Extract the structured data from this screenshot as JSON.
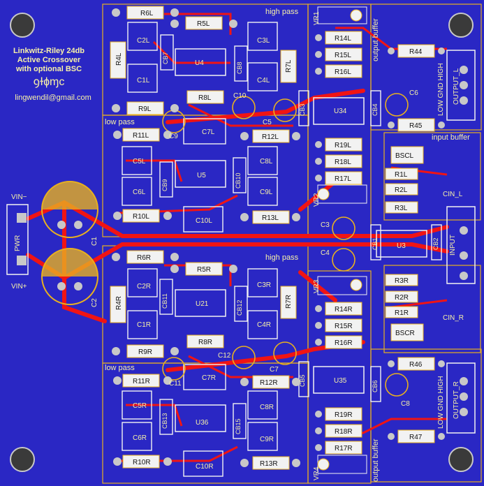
{
  "title_block": {
    "line1": "Linkwitz-Riley 24db",
    "line2": "Active Crossover",
    "line3": "with optional BSC",
    "signature": "ꝯɫɸɱc",
    "email": "lingwendil@gmail.com"
  },
  "sections": {
    "high_pass_l": "high pass",
    "low_pass_l": "low pass",
    "high_pass_r": "high pass",
    "low_pass_r": "low pass",
    "output_buffer_top": "output buffer",
    "output_buffer_bottom": "output buffer",
    "input_buffer": "input buffer"
  },
  "connectors": {
    "vin_minus": "VIN−",
    "vin_plus": "VIN+",
    "pwr": "PWR",
    "input": "INPUT",
    "output_l": "OUTPUT_L",
    "output_r": "OUTPUT_R",
    "low_gnd_high_top": "LOW GND HIGH",
    "low_gnd_high_bottom": "LOW GND HIGH",
    "cin_l": "CIN_L",
    "cin_r": "CIN_R"
  },
  "resistors": {
    "R6L": "R6L",
    "R5L": "R5L",
    "R4L": "R4L",
    "R9L": "R9L",
    "R8L": "R8L",
    "R7L": "R7L",
    "R11L": "R11L",
    "R10L": "R10L",
    "R12L": "R12L",
    "R13L": "R13L",
    "R14L": "R14L",
    "R15L": "R15L",
    "R16L": "R16L",
    "R19L": "R19L",
    "R18L": "R18L",
    "R17L": "R17L",
    "R44": "R44",
    "R45": "R45",
    "R46": "R46",
    "R47": "R47",
    "R1L": "R1L",
    "R2L": "R2L",
    "R3L": "R3L",
    "R3R": "R3R",
    "R2R": "R2R",
    "R1R": "R1R",
    "R6R": "R6R",
    "R5R": "R5R",
    "R4R": "R4R",
    "R9R": "R9R",
    "R8R": "R8R",
    "R7R": "R7R",
    "R11R": "R11R",
    "R10R": "R10R",
    "R12R": "R12R",
    "R13R": "R13R",
    "R14R": "R14R",
    "R15R": "R15R",
    "R16R": "R16R",
    "R19R": "R19R",
    "R18R": "R18R",
    "R17R": "R17R"
  },
  "capacitors": {
    "C2L": "C2L",
    "C1L": "C1L",
    "C3L": "C3L",
    "C4L": "C4L",
    "C7L": "C7L",
    "C5L": "C5L",
    "C6L": "C6L",
    "C8L": "C8L",
    "C9L": "C9L",
    "C10L": "C10L",
    "C2R": "C2R",
    "C1R": "C1R",
    "C3R": "C3R",
    "C4R": "C4R",
    "C7R": "C7R",
    "C5R": "C5R",
    "C6R": "C6R",
    "C8R": "C8R",
    "C9R": "C9R",
    "C10R": "C10R",
    "C1": "C1",
    "C2": "C2",
    "C3": "C3",
    "C4": "C4",
    "C5": "C5",
    "C6": "C6",
    "C7": "C7",
    "C8": "C8",
    "C9": "C9",
    "C10": "C10",
    "C11": "C11",
    "C12": "C12",
    "CB1": "CB1",
    "CB2": "CB2",
    "CB3": "CB3",
    "CB4": "CB4",
    "CB5": "CB5",
    "CB6": "CB6",
    "CB7": "CB7",
    "CB8": "CB8",
    "CB9": "CB9",
    "CB10": "CB10",
    "CB11": "CB11",
    "CB12": "CB12",
    "CB13": "CB13",
    "CB15": "CB15"
  },
  "ics": {
    "U4": "U4",
    "U5": "U5",
    "U34": "U34",
    "U3": "U3",
    "U21": "U21",
    "U36": "U36",
    "U35": "U35"
  },
  "trimmers": {
    "VR1": "VR1",
    "VR2": "VR2",
    "VR3": "VR3",
    "VR4": "VR4"
  },
  "misc": {
    "BSCL": "BSCL",
    "BSCR": "BSCR"
  },
  "colors": {
    "board": "#2a27c4",
    "trace": "#f01414",
    "silk": "#f7f1a8",
    "pad": "#c8c8c8",
    "outline": "#e8b020",
    "plate": "#f2f2f2"
  }
}
